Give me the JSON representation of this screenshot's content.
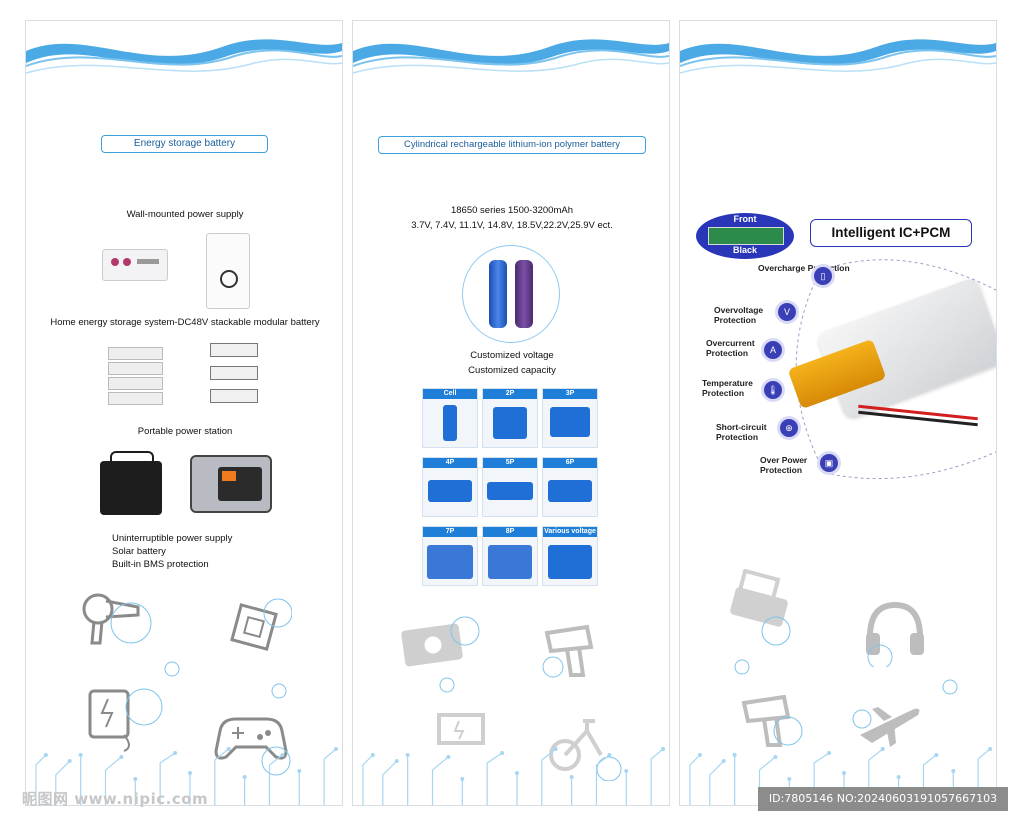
{
  "panel1": {
    "badge": "Energy storage battery",
    "wall_label": "Wall-mounted power supply",
    "home_label": "Home energy storage system-DC48V stackable modular battery",
    "portable_label": "Portable power station",
    "features": [
      "Uninterruptible power supply",
      "Solar battery",
      "Built-in BMS protection"
    ]
  },
  "panel2": {
    "badge": "Cylindrical rechargeable lithium-ion polymer battery",
    "series_line": "18650 series 1500-3200mAh",
    "voltages_line": "3.7V, 7.4V, 11.1V, 14.8V, 18.5V,22.2V,25.9V ect.",
    "custom_voltage": "Customized voltage",
    "custom_capacity": "Customized capacity",
    "grid_labels": [
      "Cell",
      "2P",
      "3P",
      "4P",
      "5P",
      "6P",
      "7P",
      "8P",
      "Various voltage"
    ]
  },
  "panel3": {
    "front_label": "Front",
    "back_label": "Black",
    "title": "Intelligent IC+PCM",
    "protections": [
      {
        "label": "Overcharge Protection",
        "icon": "battery-icon"
      },
      {
        "label": "Overvoltage Protection",
        "icon": "voltage-icon"
      },
      {
        "label": "Overcurrent Protection",
        "icon": "ampere-icon"
      },
      {
        "label": "Temperature Protection",
        "icon": "thermometer-icon"
      },
      {
        "label": "Short-circuit Protection",
        "icon": "plug-icon"
      },
      {
        "label": "Over Power Protection",
        "icon": "power-icon"
      }
    ]
  },
  "footer": {
    "watermark": "昵图网 www.nipic.com",
    "id_text": "ID:7805146 NO:20240603191057667103"
  },
  "colors": {
    "accent": "#3ba0dc",
    "wave": "#2c9be0",
    "badge_blue": "#1f7fd8",
    "protect_icon": "#3a3fb6"
  }
}
